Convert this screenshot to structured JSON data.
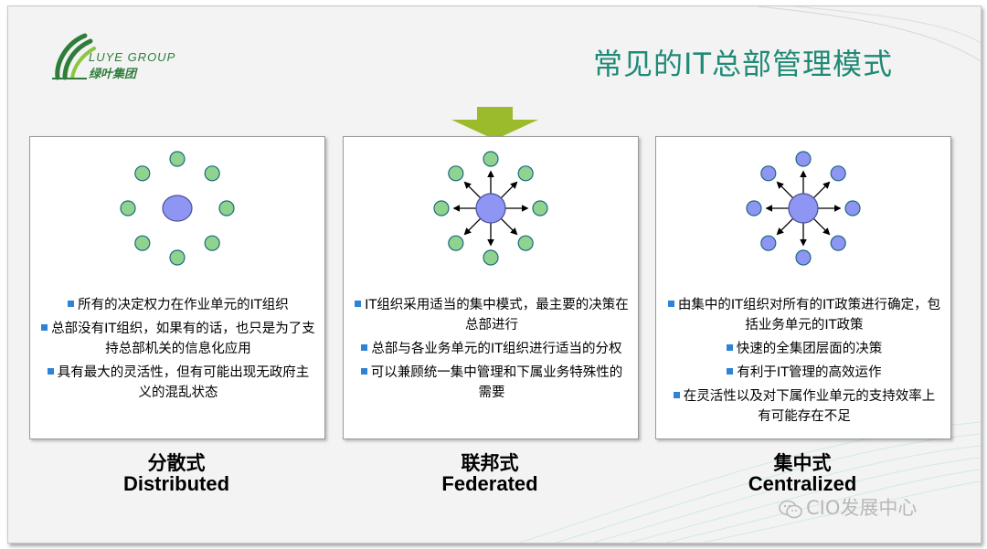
{
  "slide": {
    "title": "常见的IT总部管理模式",
    "logo": {
      "english": "LUYE GROUP",
      "chinese": "绿叶集团"
    },
    "watermark": "CIO发展中心",
    "colors": {
      "title": "#1f8a76",
      "pointer": "#9cbb2c",
      "green_node": "#8fd38f",
      "blue_node": "#8f95f2",
      "bullet": "#2f83d6"
    }
  },
  "panels": [
    {
      "name_cn": "分散式",
      "name_en": "Distributed",
      "diagram": {
        "outer_node_color": "green",
        "arrows": false
      },
      "bullets": [
        "所有的决定权力在作业单元的IT组织",
        "总部没有IT组织，如果有的话，也只是为了支持总部机关的信息化应用",
        "具有最大的灵活性，但有可能出现无政府主义的混乱状态"
      ]
    },
    {
      "name_cn": "联邦式",
      "name_en": "Federated",
      "diagram": {
        "outer_node_color": "green",
        "arrows": true
      },
      "bullets": [
        "IT组织采用适当的集中模式，最主要的决策在总部进行",
        "总部与各业务单元的IT组织进行适当的分权",
        "可以兼顾统一集中管理和下属业务特殊性的需要"
      ]
    },
    {
      "name_cn": "集中式",
      "name_en": "Centralized",
      "diagram": {
        "outer_node_color": "blue",
        "arrows": true
      },
      "bullets": [
        "由集中的IT组织对所有的IT政策进行确定，包括业务单元的IT政策",
        "快速的全集团层面的决策",
        "有利于IT管理的高效运作",
        "在灵活性以及对下属作业单元的支持效率上有可能存在不足"
      ]
    }
  ]
}
